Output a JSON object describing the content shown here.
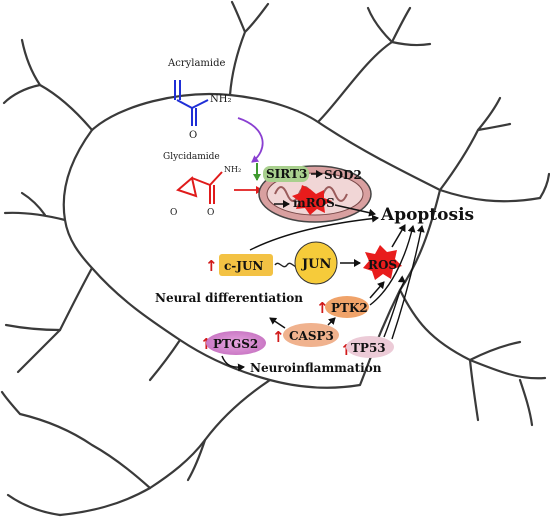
{
  "molecules": {
    "acrylamide": {
      "name": "Acrylamide",
      "group": "NH₂",
      "color": "#1f2fd6"
    },
    "glycidamide": {
      "name": "Glycidamide",
      "group": "NH₂",
      "color": "#e01b1b"
    }
  },
  "nodes": {
    "sirt3": "SIRT3",
    "sod2": "SOD2",
    "mros": "mROS",
    "apoptosis": "Apoptosis",
    "cjun": "c-JUN",
    "jun": "JUN",
    "ros": "ROS",
    "neural_diff": "Neural differentiation",
    "ptk2": "PTK2",
    "casp3": "CASP3",
    "ptgs2": "PTGS2",
    "tp53": "TP53",
    "neuroinflammation": "Neuroinflammation"
  },
  "colors": {
    "sirt3_fill": "#a9d08e",
    "cjun_fill": "#f3c244",
    "jun_fill": "#f6cb3a",
    "star_fill": "#e81c1c",
    "ptk2_fill": "#f0a36a",
    "casp3_fill": "#f0b28e",
    "ptgs2_fill": "#d98fd0",
    "tp53_fill": "#eccbd7",
    "mito_outer": "#d9a0a0",
    "up_arrow": "#d11a1a"
  },
  "glyphs": {
    "up": "↑",
    "down": "↓"
  }
}
